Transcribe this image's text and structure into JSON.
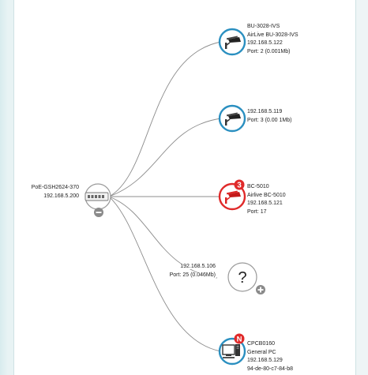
{
  "root": {
    "name": "PoE-GSH2624-370",
    "ip": "192.168.5.200",
    "collapse_icon": "minus-circle-icon",
    "device_icon": "switch-icon"
  },
  "nodes": [
    {
      "status": "online",
      "icon": "ip-camera-icon",
      "lines": [
        "BU-3028-IVS",
        "AirLive BU-3028-IVS",
        "192.168.5.122",
        "Port: 2 (0.001Mb)"
      ]
    },
    {
      "status": "online",
      "icon": "ip-camera-icon",
      "lines": [
        "192.168.5.119",
        "Port: 3 (0.00 1Mb)"
      ]
    },
    {
      "status": "alert",
      "icon": "ip-camera-icon",
      "badge": "3",
      "lines": [
        "BC-5010",
        "Airlive BC-5010",
        "192.168.5.121",
        "Port: 17"
      ]
    },
    {
      "status": "unknown",
      "icon": "question-icon",
      "glyph": "?",
      "expand_icon": "plus-circle-icon",
      "lines": [
        "192.168.5.106",
        "Port: 25 (0.046Mb)"
      ]
    },
    {
      "status": "online",
      "icon": "computer-icon",
      "badge": "N",
      "lines": [
        "CPCB0160",
        "General PC",
        "192.168.5.129",
        "94-de-80-c7-84-b8"
      ]
    }
  ],
  "colors": {
    "online_ring": "#2a8fc0",
    "alert_ring": "#e02a2a",
    "unknown_ring": "#9a9a9a",
    "badge_red": "#e02a2a",
    "link_line": "#8c8c8c"
  }
}
